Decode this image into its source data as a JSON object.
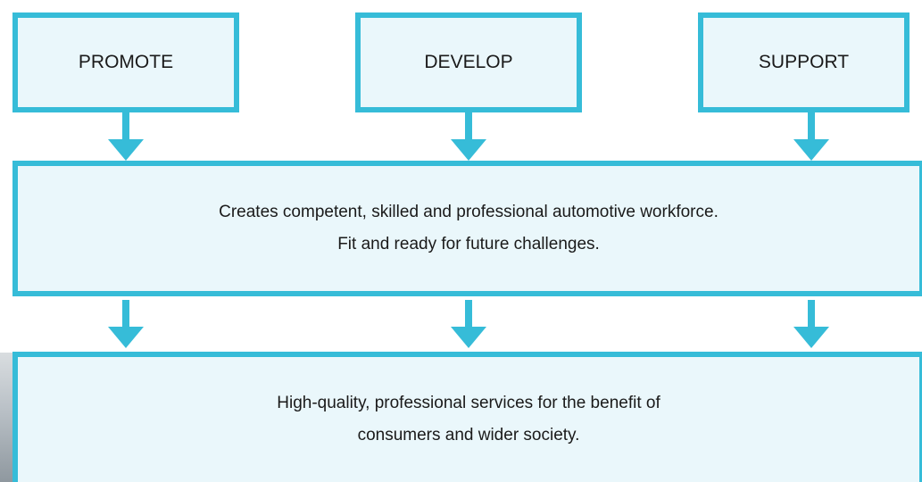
{
  "colors": {
    "accent": "#36bcd8",
    "box_fill": "#eaf7fb",
    "text": "#1a1a1a"
  },
  "top_boxes": [
    {
      "label": "PROMOTE"
    },
    {
      "label": "DEVELOP"
    },
    {
      "label": "SUPPORT"
    }
  ],
  "middle_box": {
    "line1": "Creates competent, skilled and professional automotive workforce.",
    "line2": "Fit and ready for future challenges."
  },
  "bottom_box": {
    "line1": "High-quality, professional services for the benefit of",
    "line2": "consumers and wider society."
  }
}
